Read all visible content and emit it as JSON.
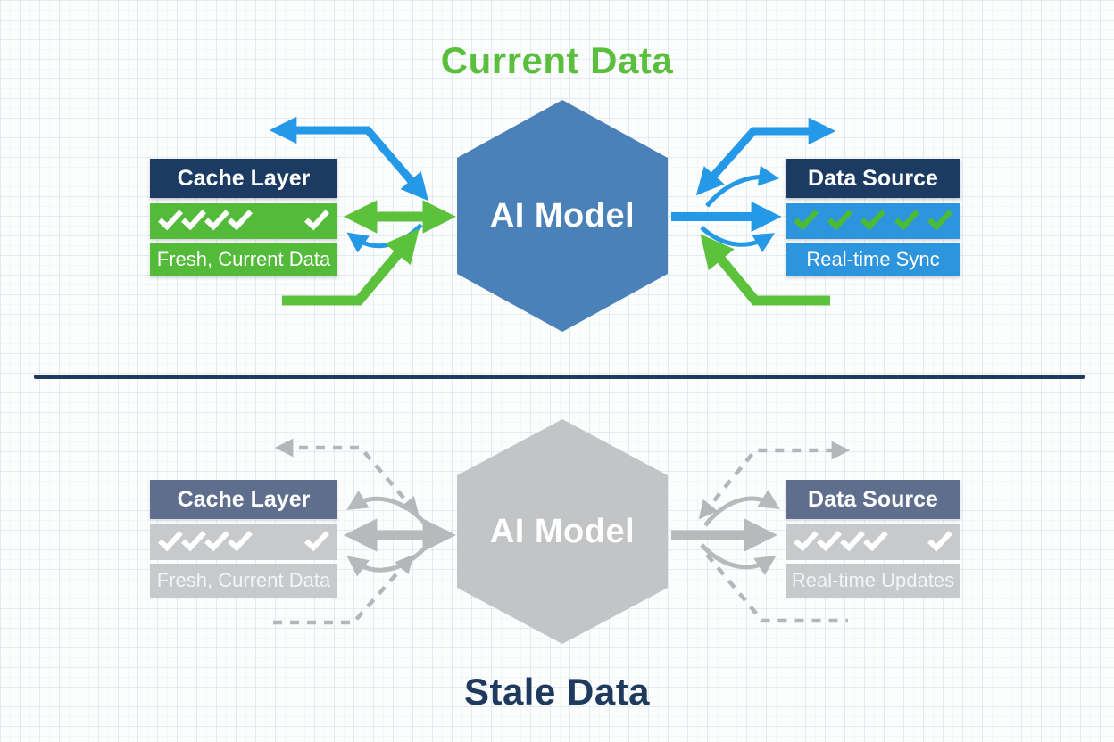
{
  "colors": {
    "green_title": "#5bbf3e",
    "navy": "#1f3a5f",
    "navy_header": "#1c3b63",
    "slate_header": "#5e6e8c",
    "hex_blue": "#4a81b9",
    "hex_gray": "#c3c4c6",
    "row_green": "#53ba3a",
    "row_blue": "#2d94de",
    "row_gray": "#c7c9cb",
    "check_green": "#4cbb34",
    "blue_arrow": "#2499e8",
    "green_arrow": "#5cc23c",
    "gray_arrow": "#b7b9bb",
    "gray_dash": "#b3b6ba"
  },
  "top_section": {
    "title": "Current Data",
    "model_label": "AI Model",
    "cache": {
      "header": "Cache Layer",
      "checks": 5,
      "label": "Fresh, Current Data"
    },
    "source": {
      "header": "Data Source",
      "checks": 5,
      "label": "Real-time Sync"
    }
  },
  "bottom_section": {
    "title": "Stale Data",
    "model_label": "AI Model",
    "cache": {
      "header": "Cache Layer",
      "checks": 5,
      "label": "Fresh, Current Data"
    },
    "source": {
      "header": "Data Source",
      "checks": 5,
      "label": "Real-time Updates"
    }
  }
}
